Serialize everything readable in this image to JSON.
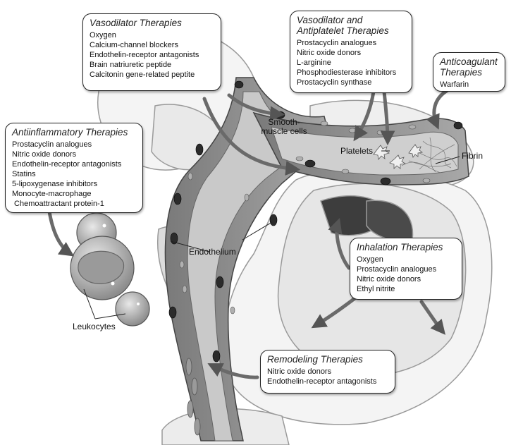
{
  "boxes": {
    "vasodilator": {
      "title": "Vasodilator Therapies",
      "items": [
        "Oxygen",
        "Calcium-channel blockers",
        "Endothelin-receptor antagonists",
        "Brain natriuretic peptide",
        "Calcitonin gene-related peptite"
      ]
    },
    "vasodilator_antiplatelet": {
      "title_line1": "Vasodilator and",
      "title_line2": "Antiplatelet Therapies",
      "items": [
        "Prostacyclin analogues",
        "Nitric oxide donors",
        "L-arginine",
        "Phosphodiesterase inhibitors",
        "Prostacyclin synthase"
      ]
    },
    "anticoagulant": {
      "title_line1": "Anticoagulant",
      "title_line2": "Therapies",
      "items": [
        "Warfarin"
      ]
    },
    "antiinflammatory": {
      "title": "Antiinflammatory Therapies",
      "items": [
        "Prostacyclin analogues",
        "Nitric oxide donors",
        "Endothelin-receptor antagonists",
        "Statins",
        "5-lipoxygenase inhibitors",
        "Monocyte-macrophage",
        " Chemoattractant protein-1"
      ]
    },
    "inhalation": {
      "title": "Inhalation Therapies",
      "items": [
        "Oxygen",
        "Prostacyclin analogues",
        "Nitric oxide donors",
        "Ethyl nitrite"
      ]
    },
    "remodeling": {
      "title": "Remodeling Therapies",
      "items": [
        "Nitric oxide donors",
        "Endothelin-receptor antagonists"
      ]
    }
  },
  "labels": {
    "smooth_muscle_line1": "Smooth-",
    "smooth_muscle_line2": "muscle cells",
    "platelets": "Platelets",
    "fibrin": "Fibrin",
    "endothelium": "Endothelium",
    "leukocytes": "Leukocytes"
  },
  "colors": {
    "vessel_wall": "#8a8a8a",
    "vessel_lumen": "#c4c4c4",
    "alveolus": "#f2f2f2",
    "nucleus": "#2a2a2a",
    "arrow": "#6e6e6e"
  }
}
